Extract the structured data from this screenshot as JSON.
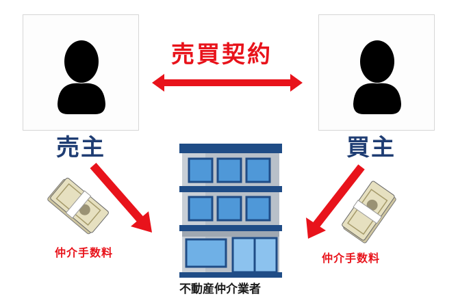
{
  "contract": {
    "label": "売買契約"
  },
  "seller": {
    "label": "売主",
    "icon": "person-silhouette-icon"
  },
  "buyer": {
    "label": "買主",
    "icon": "person-silhouette-icon"
  },
  "fees": {
    "left_label": "仲介手数料",
    "right_label": "仲介手数料"
  },
  "agent": {
    "label": "不動産仲介業者",
    "icon": "office-building-icon"
  },
  "colors": {
    "arrow_red": "#e8131b",
    "label_navy": "#1f3d73",
    "building_frame": "#1f4c86",
    "building_wall": "#c9cfd6",
    "window_blue": "#4f98d8",
    "banknote": "#e6e0c0"
  }
}
